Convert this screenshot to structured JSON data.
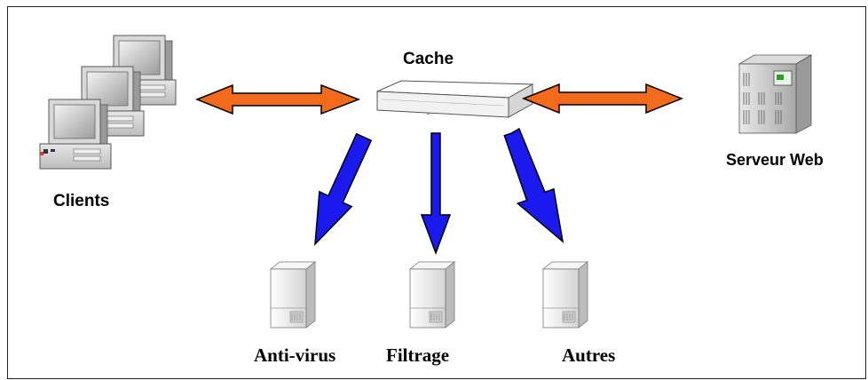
{
  "labels": {
    "cache": "Cache",
    "clients": "Clients",
    "web_server": "Serveur Web",
    "antivirus": "Anti-virus",
    "filtering": "Filtrage",
    "others": "Autres"
  },
  "colors": {
    "bidirectional_arrow": "#f26a1b",
    "service_arrow": "#1a1aee",
    "outline": "#000000"
  },
  "icons": {
    "clients": "desktop-computers-icon",
    "cache": "cache-appliance-icon",
    "web_server": "tower-server-icon",
    "services": "server-box-icon"
  }
}
